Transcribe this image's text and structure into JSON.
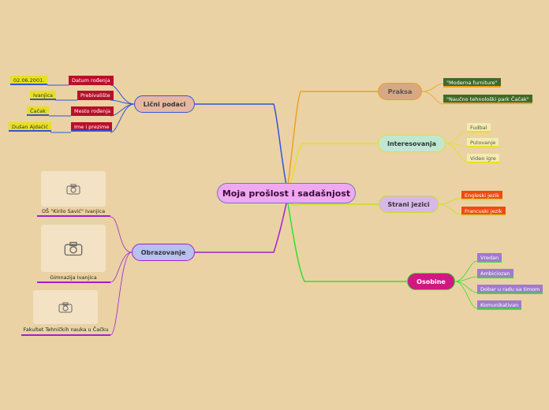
{
  "central": {
    "label": "Moja prošlost i sadašnjost"
  },
  "licni": {
    "label": "Lični podaci",
    "items": [
      {
        "key": "Datum rođenja",
        "value": "02.06.2001."
      },
      {
        "key": "Prebivalište",
        "value": "Ivanjica"
      },
      {
        "key": "Mesto rođenja",
        "value": "Čačak"
      },
      {
        "key": "Ime i prezime",
        "value": "Dušan Ajdačić"
      }
    ]
  },
  "obrazovanje": {
    "label": "Obrazovanje",
    "items": [
      {
        "label": "OŠ \"Kirilo Savić\" Ivanjica",
        "icon": "camera-icon"
      },
      {
        "label": "Gimnazija Ivanjica",
        "icon": "camera-icon"
      },
      {
        "label": "Fakultet Tehničkih nauka u Čačku",
        "icon": "camera-icon"
      }
    ]
  },
  "praksa": {
    "label": "Praksa",
    "items": [
      "\"Moderna furniture\"",
      "\"Naučno tehnološki park Čačak\""
    ]
  },
  "interesovanja": {
    "label": "Interesovanja",
    "items": [
      "Fudbal",
      "Putovanje",
      "Video igre"
    ]
  },
  "jezici": {
    "label": "Strani jezici",
    "items": [
      "Engleski jezik",
      "Francuski jezik"
    ]
  },
  "osobine": {
    "label": "Osobine",
    "items": [
      "Vredan",
      "Ambiciozan",
      "Dobar u radu sa timom",
      "Komunikativan"
    ]
  },
  "colors": {
    "background": "#ead2a4",
    "licni_branch": "#3355dd",
    "obrazovanje_branch": "#a020d0",
    "praksa_branch": "#f0a020",
    "interesovanja_branch": "#e8e020",
    "jezici_branch": "#c8e020",
    "osobine_branch": "#30e030",
    "red_tag": "#b8102a",
    "dark_green_tag": "#3f6b2a",
    "orange_tag": "#f04a10",
    "purple_tag": "#a07ad0"
  }
}
